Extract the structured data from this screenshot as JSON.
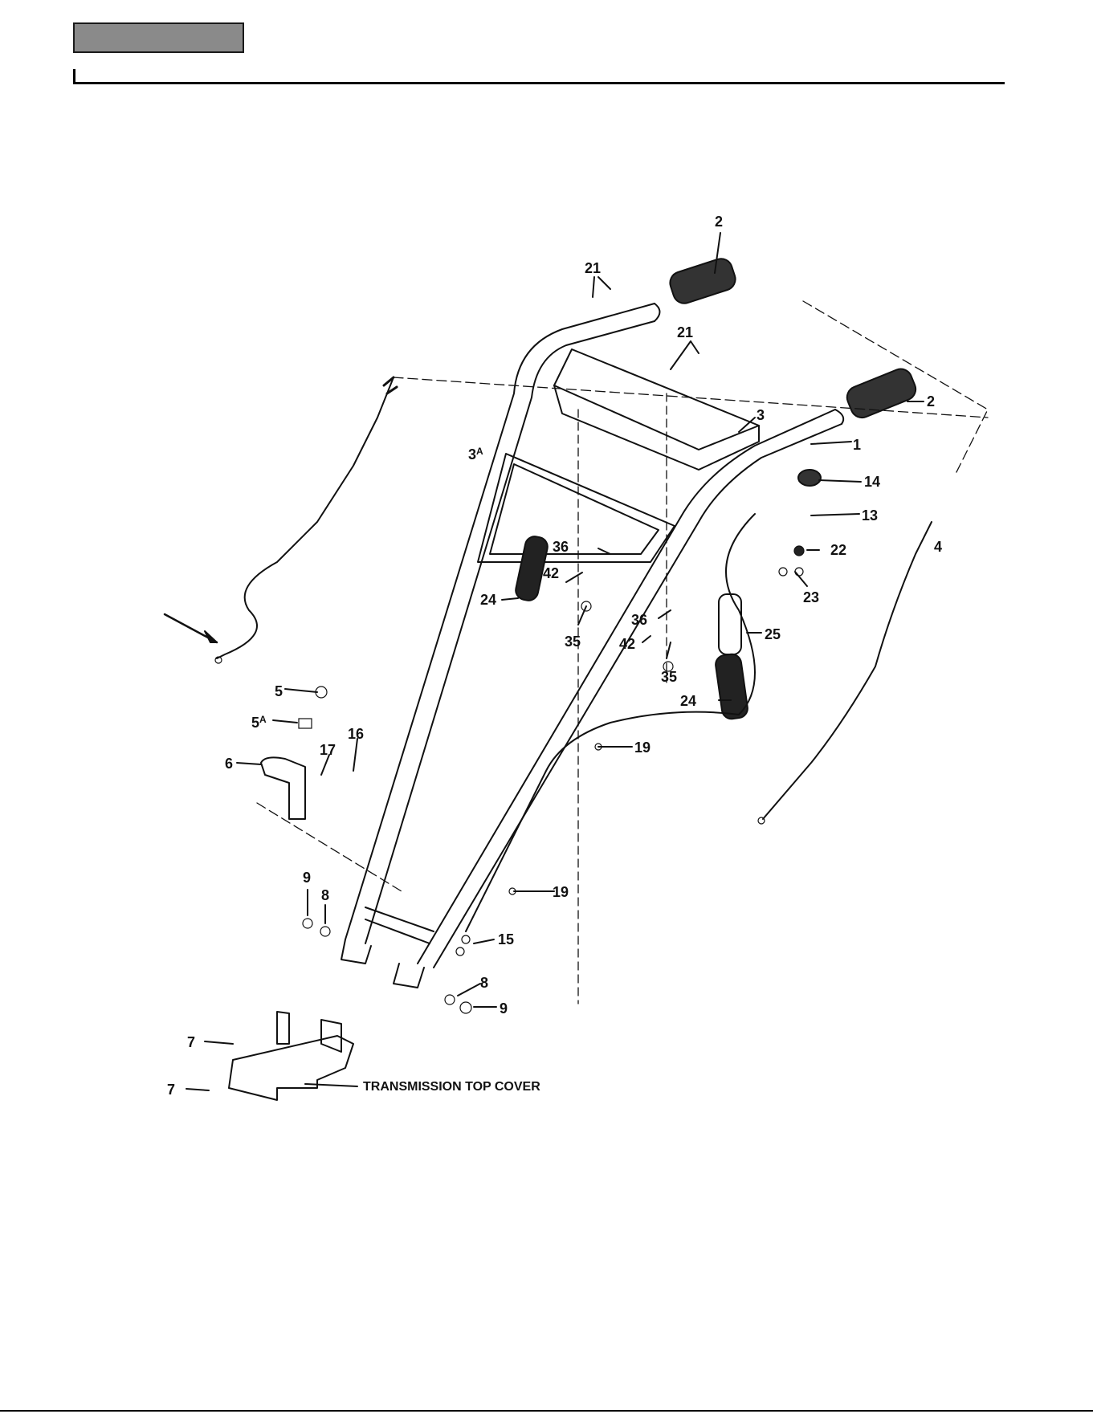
{
  "header": {
    "section_tab": ""
  },
  "diagram": {
    "callouts": [
      {
        "id": "c2a",
        "text": "2"
      },
      {
        "id": "c21a",
        "text": "21"
      },
      {
        "id": "c21b",
        "text": "21"
      },
      {
        "id": "c2b",
        "text": "2"
      },
      {
        "id": "c3",
        "text": "3"
      },
      {
        "id": "c1",
        "text": "1"
      },
      {
        "id": "c3A",
        "text": "3",
        "sup": "A"
      },
      {
        "id": "c14",
        "text": "14"
      },
      {
        "id": "c13",
        "text": "13"
      },
      {
        "id": "c22",
        "text": "22"
      },
      {
        "id": "c4",
        "text": "4"
      },
      {
        "id": "c23",
        "text": "23"
      },
      {
        "id": "c36a",
        "text": "36"
      },
      {
        "id": "c42a",
        "text": "42"
      },
      {
        "id": "c24a",
        "text": "24"
      },
      {
        "id": "c35a",
        "text": "35"
      },
      {
        "id": "c36b",
        "text": "36"
      },
      {
        "id": "c42b",
        "text": "42"
      },
      {
        "id": "c25",
        "text": "25"
      },
      {
        "id": "c35b",
        "text": "35"
      },
      {
        "id": "c24b",
        "text": "24"
      },
      {
        "id": "c5",
        "text": "5"
      },
      {
        "id": "c5A",
        "text": "5",
        "sup": "A"
      },
      {
        "id": "c16",
        "text": "16"
      },
      {
        "id": "c17",
        "text": "17"
      },
      {
        "id": "c6",
        "text": "6"
      },
      {
        "id": "c19a",
        "text": "19"
      },
      {
        "id": "c9a",
        "text": "9"
      },
      {
        "id": "c8a",
        "text": "8"
      },
      {
        "id": "c19b",
        "text": "19"
      },
      {
        "id": "c15",
        "text": "15"
      },
      {
        "id": "c8b",
        "text": "8"
      },
      {
        "id": "c9b",
        "text": "9"
      },
      {
        "id": "c7a",
        "text": "7"
      },
      {
        "id": "c7b",
        "text": "7"
      }
    ],
    "caption": "TRANSMISSION TOP COVER"
  }
}
